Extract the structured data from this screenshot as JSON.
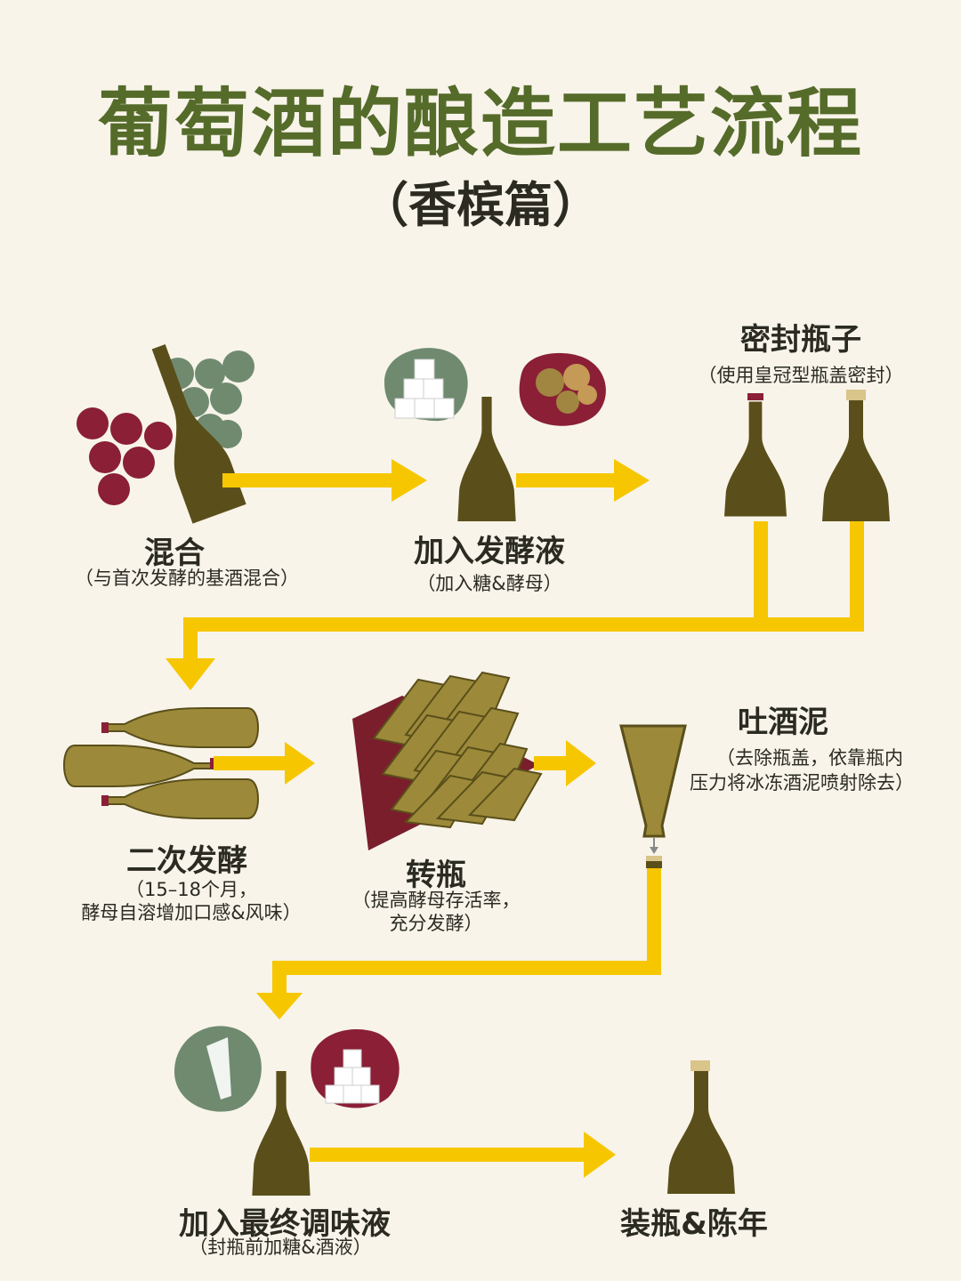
{
  "title": "葡萄酒的酿造工艺流程",
  "subtitle": "（香槟篇）",
  "steps": [
    {
      "name": "混合",
      "note": "（与首次发酵的基酒混合）"
    },
    {
      "name": "加入发酵液",
      "note": "（加入糖&酵母）"
    },
    {
      "name": "密封瓶子",
      "note": "（使用皇冠型瓶盖密封）"
    },
    {
      "name": "二次发酵",
      "note_line1": "（15–18个月，",
      "note_line2": "酵母自溶增加口感&风味）"
    },
    {
      "name": "转瓶",
      "note_line1": "（提高酵母存活率，",
      "note_line2": "充分发酵）"
    },
    {
      "name": "吐酒泥",
      "note_line1": "（去除瓶盖，依靠瓶内",
      "note_line2": "压力将冰冻酒泥喷射除去）"
    },
    {
      "name": "加入最终调味液",
      "note": "（封瓶前加糖&酒液）"
    },
    {
      "name": "装瓶&陈年"
    }
  ],
  "colors": {
    "background": "#f8f4ea",
    "title": "#556b2a",
    "bottle": "#5a4f1a",
    "bottle_light": "#9c8a3a",
    "grape_red": "#8a1f36",
    "grape_green": "#6f8a6f",
    "arrow": "#f6c700",
    "cork": "#d9c48a",
    "rack": "#7a1e2c"
  },
  "icons": [
    "grape-cluster-icon",
    "sugar-cubes-icon",
    "yeast-icon",
    "bottle-icon",
    "arrow-icon",
    "riddling-rack-icon",
    "funnel-bottle-icon",
    "wine-glass-icon"
  ]
}
